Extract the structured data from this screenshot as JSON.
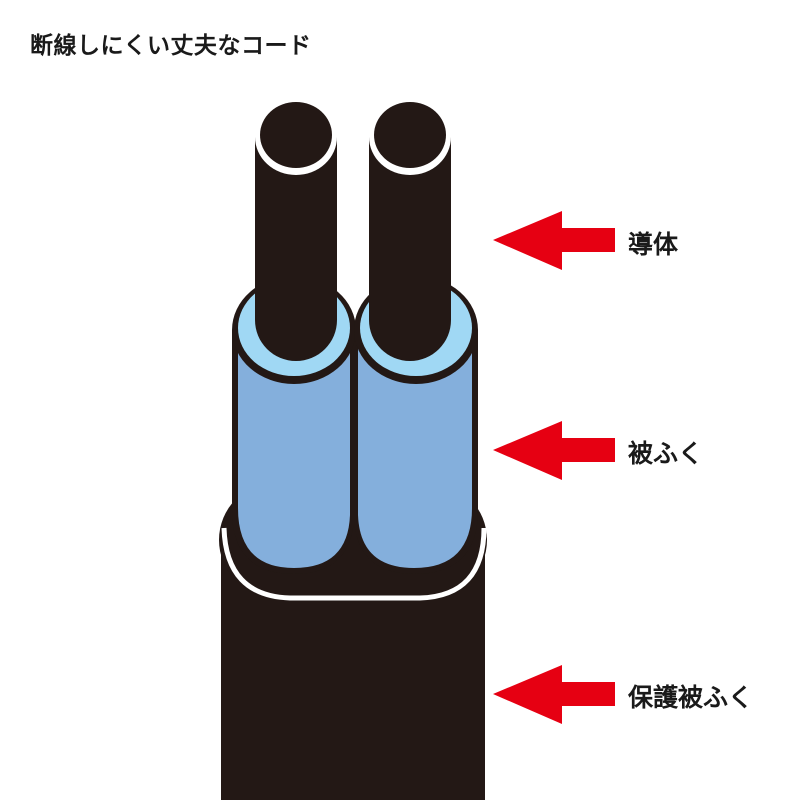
{
  "title": "断線しにくい丈夫なコード",
  "labels": {
    "conductor": "導体",
    "insulation": "被ふく",
    "jacket": "保護被ふく"
  },
  "colors": {
    "conductor": "#231815",
    "insulation_rim": "#a0d8f4",
    "insulation_body": "#84afdc",
    "jacket": "#231815",
    "highlight": "#ffffff",
    "arrow": "#e60012",
    "text": "#1a1a1a"
  },
  "icons": {
    "arrow": "left-arrow"
  }
}
